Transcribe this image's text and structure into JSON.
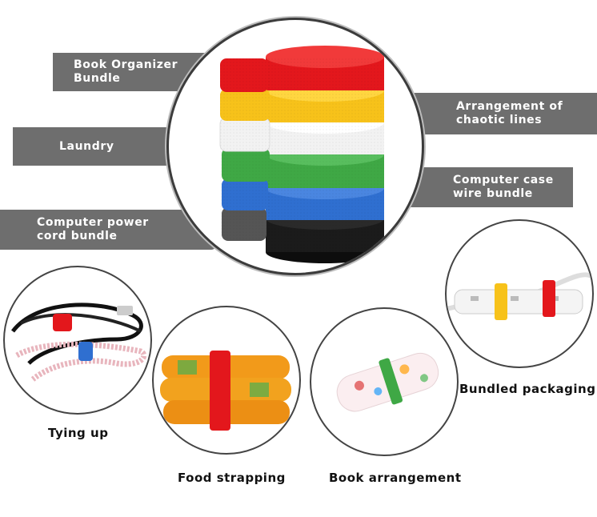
{
  "labels": {
    "book_organizer": "Book Organizer\nBundle",
    "laundry": "Laundry",
    "power_cord": "Computer power\ncord bundle",
    "chaotic_lines": "Arrangement of\nchaotic lines",
    "computer_case": "Computer case\nwire bundle"
  },
  "captions": {
    "tying_up": "Tying up",
    "food_strapping": "Food strapping",
    "book_arrangement": "Book arrangement",
    "bundled_packaging": "Bundled packaging"
  },
  "colors": {
    "tag_background": "#6e6e6e",
    "strap_colors": [
      "#e3171c",
      "#f7c21a",
      "#f5f5f5",
      "#3fa845",
      "#2f6fd0",
      "#1b1b1b"
    ]
  }
}
